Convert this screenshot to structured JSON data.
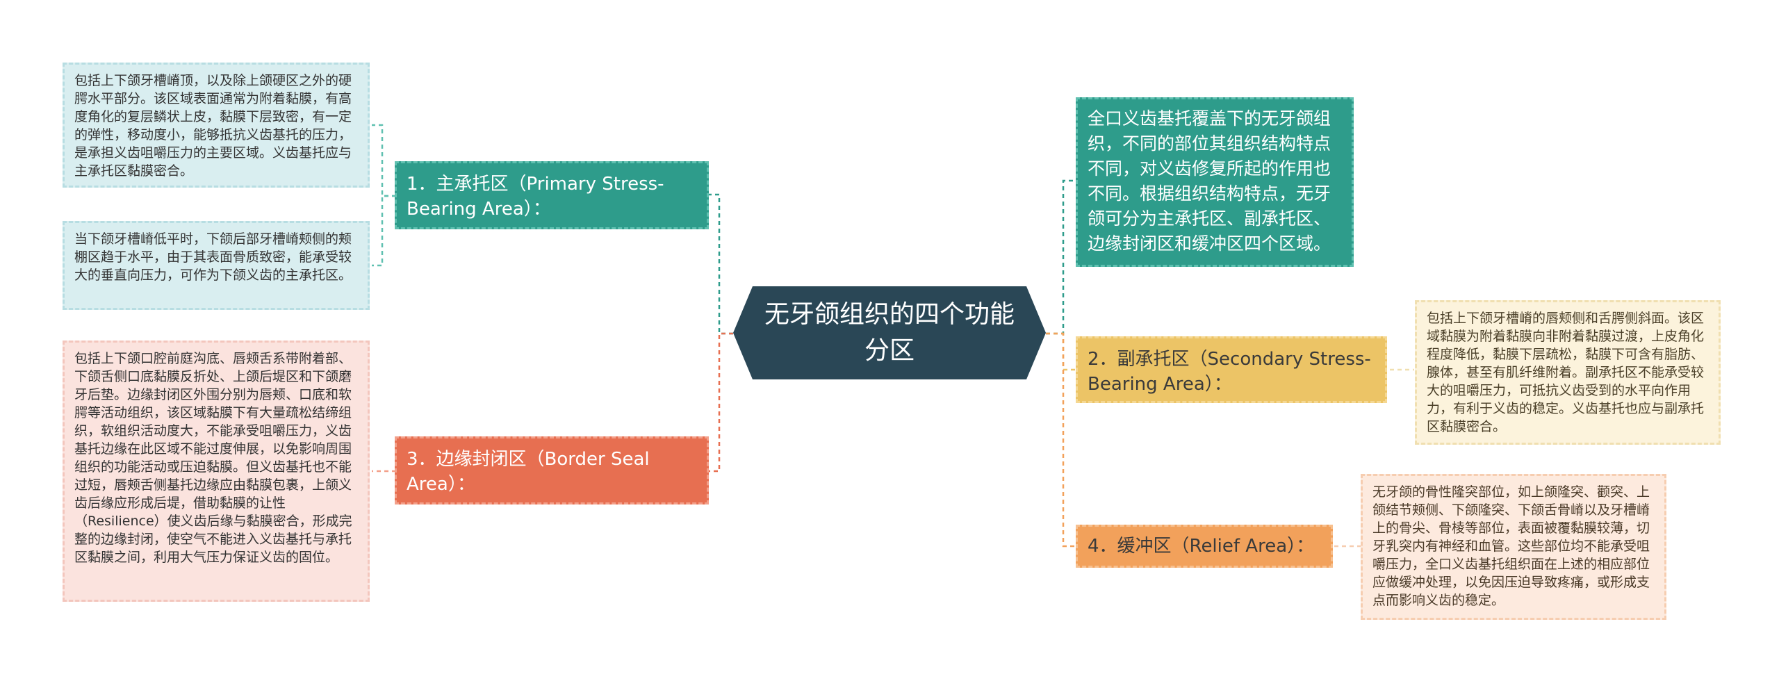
{
  "center": {
    "title": "无牙颌组织的四个功能分区"
  },
  "intro": "全口义齿基托覆盖下的无牙颌组织，不同的部位其组织结构特点不同，对义齿修复所起的作用也不同。根据组织结构特点，无牙颌可分为主承托区、副承托区、边缘封闭区和缓冲区四个区域。",
  "branches": {
    "primary": {
      "label": "1．主承托区（Primary Stress-Bearing Area）：",
      "details": [
        "包括上下颌牙槽嵴顶，以及除上颌硬区之外的硬腭水平部分。该区域表面通常为附着黏膜，有高度角化的复层鳞状上皮，黏膜下层致密，有一定的弹性，移动度小，能够抵抗义齿基托的压力，是承担义齿咀嚼压力的主要区域。义齿基托应与主承托区黏膜密合。",
        "当下颌牙槽嵴低平时，下颌后部牙槽嵴颊侧的颊棚区趋于水平，由于其表面骨质致密，能承受较大的垂直向压力，可作为下颌义齿的主承托区。"
      ]
    },
    "border": {
      "label": "3．边缘封闭区（Border Seal Area）：",
      "details": [
        "包括上下颌口腔前庭沟底、唇颊舌系带附着部、下颌舌侧口底黏膜反折处、上颌后堤区和下颌磨牙后垫。边缘封闭区外围分别为唇颊、口底和软腭等活动组织，该区域黏膜下有大量疏松结缔组织，软组织活动度大，不能承受咀嚼压力，义齿基托边缘在此区域不能过度伸展，以免影响周围组织的功能活动或压迫黏膜。但义齿基托也不能过短，唇颊舌侧基托边缘应由黏膜包裹，上颌义齿后缘应形成后堤，借助黏膜的让性（Resilience）使义齿后缘与黏膜密合，形成完整的边缘封闭，使空气不能进入义齿基托与承托区黏膜之间，利用大气压力保证义齿的固位。"
      ]
    },
    "secondary": {
      "label": "2．副承托区（Secondary Stress-Bearing Area）：",
      "details": [
        "包括上下颌牙槽嵴的唇颊侧和舌腭侧斜面。该区域黏膜为附着黏膜向非附着黏膜过渡，上皮角化程度降低，黏膜下层疏松，黏膜下可含有脂肪、腺体，甚至有肌纤维附着。副承托区不能承受较大的咀嚼压力，可抵抗义齿受到的水平向作用力，有利于义齿的稳定。义齿基托也应与副承托区黏膜密合。"
      ]
    },
    "relief": {
      "label": "4．缓冲区（Relief Area）：",
      "details": [
        "无牙颌的骨性隆突部位，如上颌隆突、颧突、上颌结节颊侧、下颌隆突、下颌舌骨嵴以及牙槽嵴上的骨尖、骨棱等部位，表面被覆黏膜较薄，切牙乳突内有神经和血管。这些部位均不能承受咀嚼压力，全口义齿基托组织面在上述的相应部位应做缓冲处理，以免因压迫导致疼痛，或形成支点而影响义齿的稳定。"
      ]
    }
  },
  "colors": {
    "center": "#2a4756",
    "teal": "#2e9c8b",
    "orange": "#e76f51",
    "yellow": "#ecc466",
    "peach": "#f2a15b"
  }
}
